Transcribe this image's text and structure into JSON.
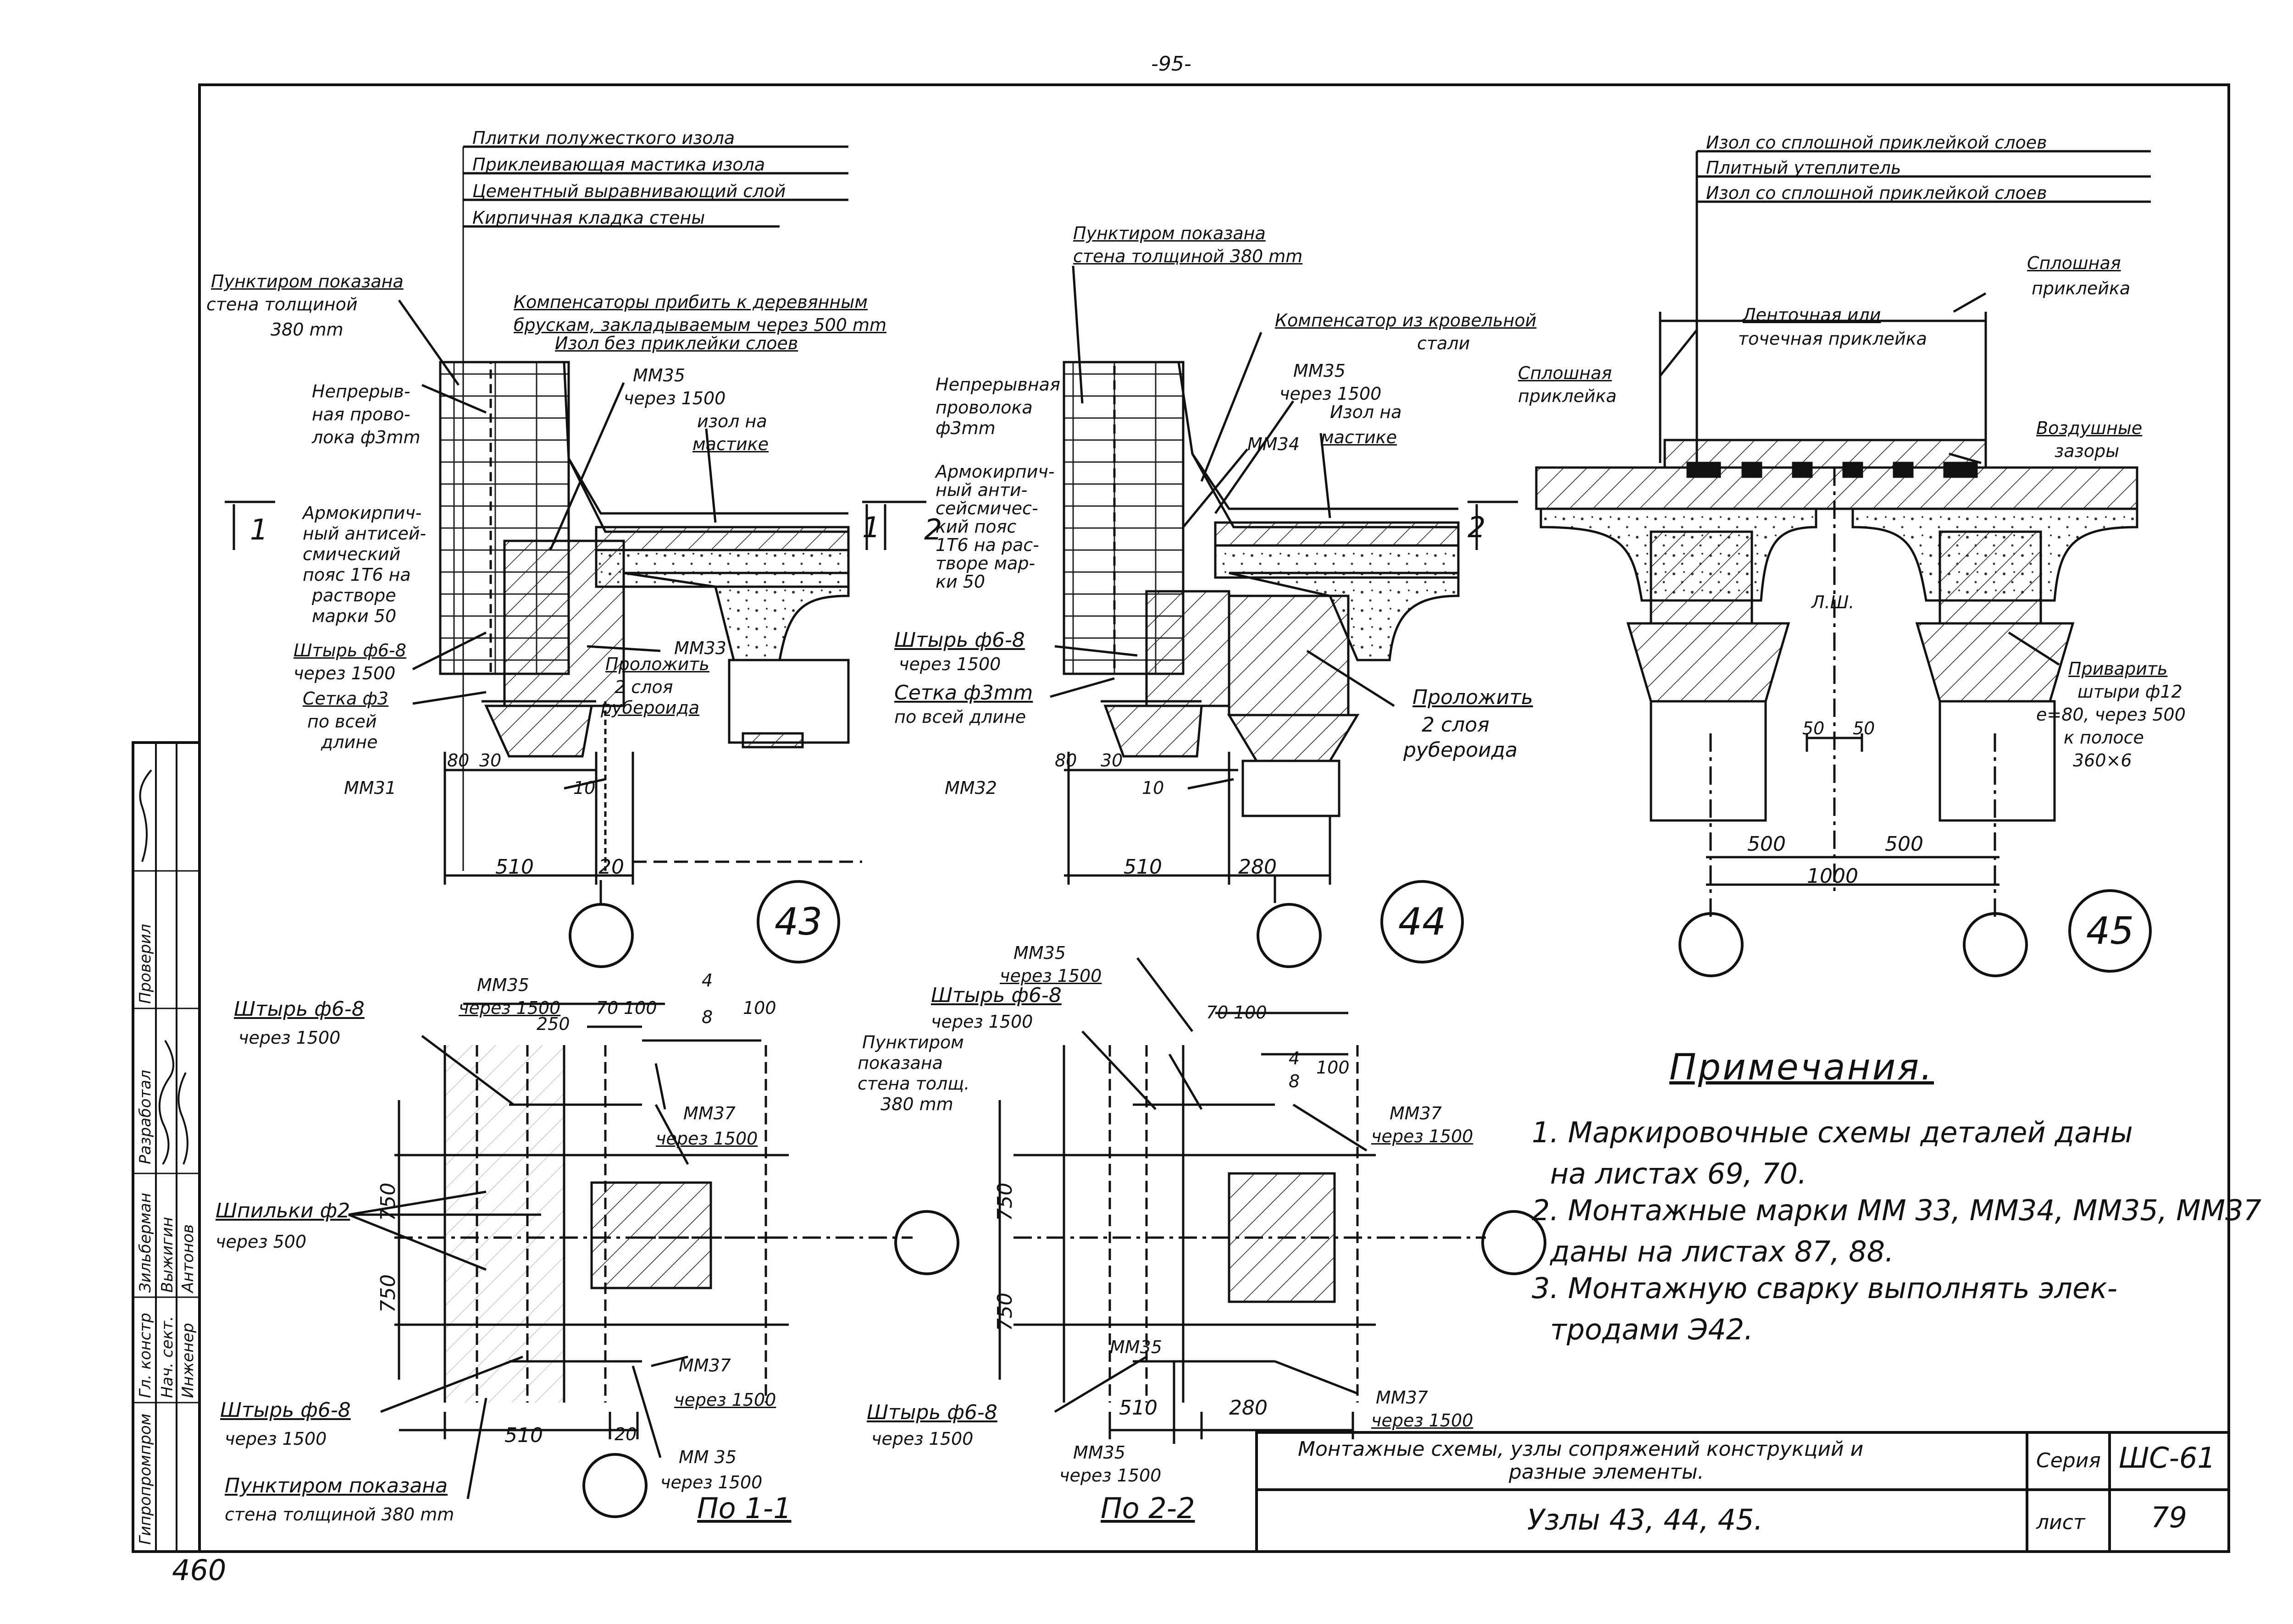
{
  "page_number": "-95-",
  "corner_number": "460",
  "node_43": {
    "number": "43",
    "layers": [
      "Плитки полужесткого изола",
      "Приклеивающая мастика изола",
      "Цементный выравнивающий слой",
      "Кирпичная кладка стены"
    ],
    "dotted_note": [
      "Пунктиром показана",
      "стена толщиной",
      "380 mm"
    ],
    "compensators": [
      "Компенсаторы прибить к деревянным",
      "брускам, закладываемым через 500 mm",
      "Изол без приклейки слоев"
    ],
    "wire": [
      "Непрерыв-",
      "ная прово-",
      "лока ф3mm"
    ],
    "belt": [
      "Армокирпич-",
      "ный антисей-",
      "смический",
      "пояс 1Т6 на",
      "растворе",
      "марки 50"
    ],
    "mm35": [
      "ММ35",
      "через 1500"
    ],
    "izol": [
      "изол на",
      "мастике"
    ],
    "mm33": "ММ33",
    "pin": [
      "Штырь ф6-8",
      "через 1500"
    ],
    "mesh": [
      "Сетка ф3",
      "по всей",
      "длине"
    ],
    "lay": [
      "Проложить",
      "2 слоя",
      "рубероида"
    ],
    "mm31": "ММ31",
    "dims": [
      "80",
      "30",
      "10",
      "510",
      "20"
    ],
    "axis": "1"
  },
  "node_44": {
    "number": "44",
    "dotted_note": [
      "Пунктиром показана",
      "стена толщиной 380 mm"
    ],
    "compensator": [
      "Компенсатор из кровельной",
      "стали"
    ],
    "wire": [
      "Непрерывная",
      "проволока",
      "ф3mm"
    ],
    "mm35": [
      "ММ35",
      "через 1500"
    ],
    "mm34": "ММ34",
    "izol": [
      "Изол на",
      "мастике"
    ],
    "belt": [
      "Армокирпич-",
      "ный анти-",
      "сейсмичес-",
      "кий пояс",
      "1Т6 на рас-",
      "творе мар-",
      "ки 50"
    ],
    "pin": [
      "Штырь ф6-8",
      "через 1500"
    ],
    "mesh": [
      "Сетка ф3mm",
      "по всей длине"
    ],
    "lay": [
      "Проложить",
      "2 слоя",
      "рубероида"
    ],
    "mm32": "ММ32",
    "dims": [
      "80",
      "30",
      "10",
      "510",
      "280"
    ],
    "axis": "2"
  },
  "node_45": {
    "number": "45",
    "layers": [
      "Изол со сплошной приклейкой слоев",
      "Плитный утеплитель",
      "Изол со сплошной приклейкой слоев"
    ],
    "solid_right": [
      "Сплошная",
      "приклейка"
    ],
    "strip": [
      "Ленточная или",
      "точечная приклейка"
    ],
    "solid_left": [
      "Сплошная",
      "приклейка"
    ],
    "air": [
      "Воздушные",
      "зазоры"
    ],
    "rsh": "Л.Ш.",
    "weld": [
      "Приварить",
      "штыри ф12",
      "е=80, через 500",
      "к полосе",
      "360×6"
    ],
    "dims": [
      "50",
      "50",
      "500",
      "500",
      "1000"
    ]
  },
  "section_1": {
    "title": "По 1-1",
    "mm35_top": [
      "ММ35",
      "через 1500"
    ],
    "pin_top": [
      "Штырь ф6-8",
      "через 1500"
    ],
    "dims_top": [
      "250",
      "70",
      "100"
    ],
    "frac": [
      "4",
      "8",
      "100"
    ],
    "mm37_top": [
      "ММ37",
      "через 1500"
    ],
    "studs": [
      "Шпильки ф2",
      "через 500"
    ],
    "v_dims": [
      "750",
      "750"
    ],
    "mm37_bot": [
      "ММ37",
      "через 1500"
    ],
    "pin_bot": [
      "Штырь ф6-8",
      "через 1500"
    ],
    "dims_bot": [
      "510",
      "20"
    ],
    "mm35_bot": [
      "ММ 35",
      "через 1500"
    ],
    "dotted_note": [
      "Пунктиром показана",
      "стена толщиной 380 mm"
    ]
  },
  "section_2": {
    "title": "По 2-2",
    "mm35_top": [
      "ММ35",
      "через 1500"
    ],
    "pin_top": [
      "Штырь ф6-8",
      "через 1500"
    ],
    "dotted_note": [
      "Пунктиром",
      "показана",
      "стена толщ.",
      "380 mm"
    ],
    "dims_top": [
      "70",
      "100"
    ],
    "frac": [
      "4",
      "8",
      "100"
    ],
    "mm37_top": [
      "ММ37",
      "через 1500"
    ],
    "v_dims": [
      "750",
      "750"
    ],
    "mm35_mid": "ММ35",
    "pin_bot": [
      "Штырь ф6-8",
      "через 1500"
    ],
    "dims_bot": [
      "510",
      "280"
    ],
    "mm35_bot": [
      "ММ35",
      "через 1500"
    ],
    "mm37_bot": [
      "ММ37",
      "через 1500"
    ]
  },
  "notes": {
    "title": "Примечания.",
    "items": [
      "1. Маркировочные схемы деталей даны",
      "на листах 69, 70.",
      "2. Монтажные марки ММ 33, ММ34, ММ35, ММ37",
      "даны на листах 87, 88.",
      "3. Монтажную сварку выполнять элек-",
      "тродами Э42."
    ]
  },
  "title_block": {
    "description": [
      "Монтажные схемы, узлы сопряжений конструкций и",
      "разные элементы."
    ],
    "series_label": "Серия",
    "series_value": "ШС-61",
    "sheet_title": "Узлы 43, 44, 45.",
    "sheet_label": "лист",
    "sheet_value": "79"
  },
  "stamp": {
    "org": "Гипропромпром",
    "roles": [
      "Гл. констр",
      "Нач. сект.",
      "Инженер"
    ],
    "names": [
      "Зильберман",
      "Выжигин",
      "Антонов"
    ],
    "role_top": [
      "Проверил",
      "Разработал"
    ]
  }
}
